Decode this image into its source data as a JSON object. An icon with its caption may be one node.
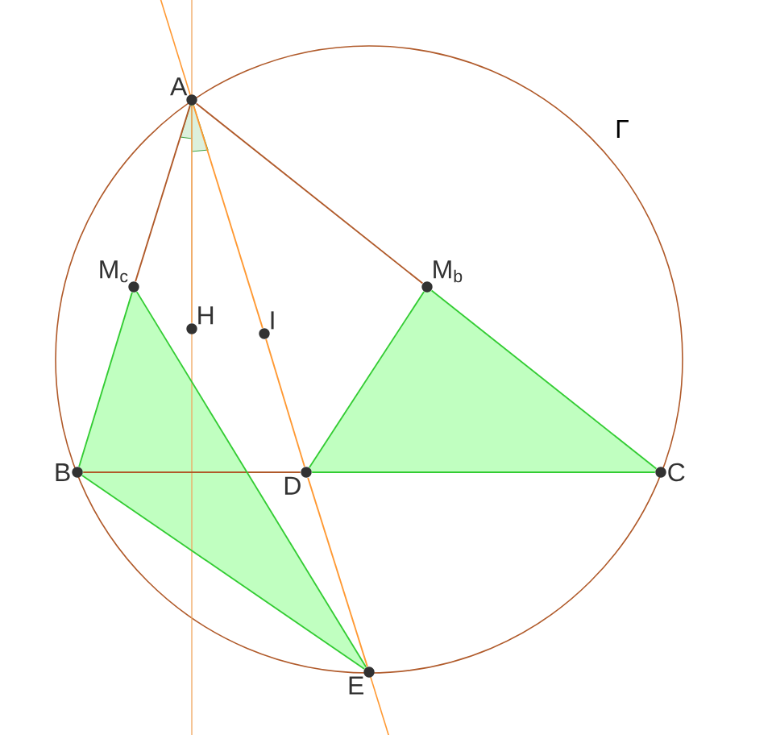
{
  "diagram": {
    "nodes": [
      {
        "text": [
          "A"
        ]
      },
      {
        "text": [
          "M$_{c}$"
        ]
      },
      {
        "text": [
          "M$_{b}$"
        ]
      },
      {
        "text": [
          "H"
        ]
      },
      {
        "text": [
          "I"
        ]
      },
      {
        "text": [
          "B"
        ]
      },
      {
        "text": [
          "D"
        ]
      },
      {
        "text": [
          "C"
        ]
      },
      {
        "text": [
          "E"
        ]
      }
    ],
    "edges": [
      {
        "from": 0,
        "to": 1,
        "arrow": "none",
        "color": "#b05a2a"
      },
      {
        "from": 1,
        "to": 5,
        "arrow": "none",
        "color": "#33cc33"
      },
      {
        "from": 0,
        "to": 2,
        "arrow": "none",
        "color": "#b05a2a"
      },
      {
        "from": 2,
        "to": 7,
        "arrow": "none",
        "color": "#33cc33"
      },
      {
        "from": 5,
        "to": 6,
        "arrow": "none",
        "color": "#b05a2a"
      },
      {
        "from": 6,
        "to": 7,
        "arrow": "none",
        "color": "#33cc33"
      },
      {
        "from": 1,
        "to": 8,
        "arrow": "none",
        "color": "#33cc33"
      },
      {
        "from": 5,
        "to": 8,
        "arrow": "none",
        "color": "#33cc33"
      },
      {
        "from": 6,
        "to": 2,
        "arrow": "none",
        "color": "#33cc33"
      },
      {
        "from": 0,
        "to": 4,
        "arrow": "none",
        "color": "#ff9933"
      },
      {
        "from": 4,
        "to": 6,
        "arrow": "none",
        "color": "#ff9933"
      },
      {
        "from": 6,
        "to": 8,
        "arrow": "none",
        "color": "#ff9933"
      },
      {
        "from": 0,
        "to": 3,
        "arrow": "none",
        "color": "#f0a860"
      }
    ],
    "labels": [
      "Γ"
    ]
  }
}
